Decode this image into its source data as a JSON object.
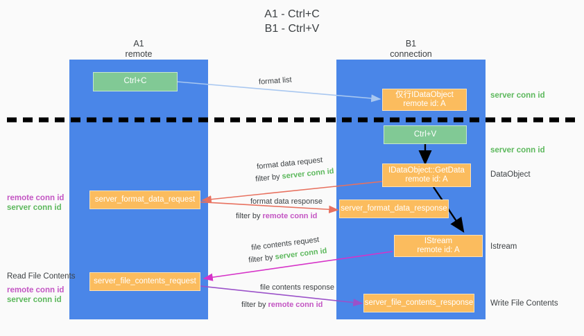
{
  "title": {
    "line1": "A1 - Ctrl+C",
    "line2": "B1 - Ctrl+V"
  },
  "lanes": [
    {
      "name": "A1",
      "subtitle": "remote",
      "color": "#4a86e8"
    },
    {
      "name": "B1",
      "subtitle": "connection",
      "color": "#4a86e8"
    }
  ],
  "colors": {
    "lane": "#4a86e8",
    "green_node": "#81c995",
    "orange_node": "#fbbc5e",
    "server_conn_id": "#5cb85c",
    "remote_conn_id": "#c355c3",
    "arrow_blue": "#a8c7f0",
    "arrow_red": "#e8715f",
    "arrow_magenta": "#d633c8",
    "arrow_purple": "#9b51c9",
    "arrow_black": "#000000",
    "background": "#fafafa"
  },
  "nodes": {
    "ctrl_c": {
      "label": "Ctrl+C",
      "style": "green"
    },
    "idataobject": {
      "line1": "仅行IDataObject",
      "line2": "remote id: A",
      "style": "orange"
    },
    "ctrl_v": {
      "label": "Ctrl+V",
      "style": "green"
    },
    "getdata": {
      "line1": "IDataObject::GetData",
      "line2": "remote id: A",
      "style": "orange"
    },
    "format_data_request": {
      "label": "server_format_data_request",
      "style": "orange"
    },
    "format_data_response": {
      "label": "server_format_data_response",
      "style": "orange"
    },
    "istream": {
      "line1": "IStream",
      "line2": "remote id: A",
      "style": "orange"
    },
    "file_contents_request": {
      "label": "server_file_contents_request",
      "style": "orange"
    },
    "file_contents_response": {
      "label": "server_file_contents_response",
      "style": "orange"
    }
  },
  "right_labels": {
    "server_conn_id_top": "server conn id",
    "server_conn_id_mid": "server conn id",
    "dataobject": "DataObject",
    "istream": "Istream",
    "write_file_contents": "Write File Contents"
  },
  "left_labels": {
    "remote_conn_id_mid": "remote conn id",
    "server_conn_id_mid": "server conn id",
    "read_file_contents": "Read File Contents",
    "remote_conn_id_bottom": "remote conn id",
    "server_conn_id_bottom": "server conn id"
  },
  "annotations": {
    "format_list": "format list",
    "format_data_request": "format data request",
    "format_data_request_filter_prefix": "filter by ",
    "format_data_request_filter_value": "server conn id",
    "format_data_response": "format data response",
    "format_data_response_filter_prefix": "filter by ",
    "format_data_response_filter_value": "remote conn id",
    "file_contents_request": "file contents request",
    "file_contents_request_filter_prefix": "filter by ",
    "file_contents_request_filter_value": "server conn id",
    "file_contents_response": "file contents response",
    "file_contents_response_filter_prefix": "filter by ",
    "file_contents_response_filter_value": "remote conn id"
  },
  "divider": {
    "style": "dashed",
    "color": "#000000"
  }
}
